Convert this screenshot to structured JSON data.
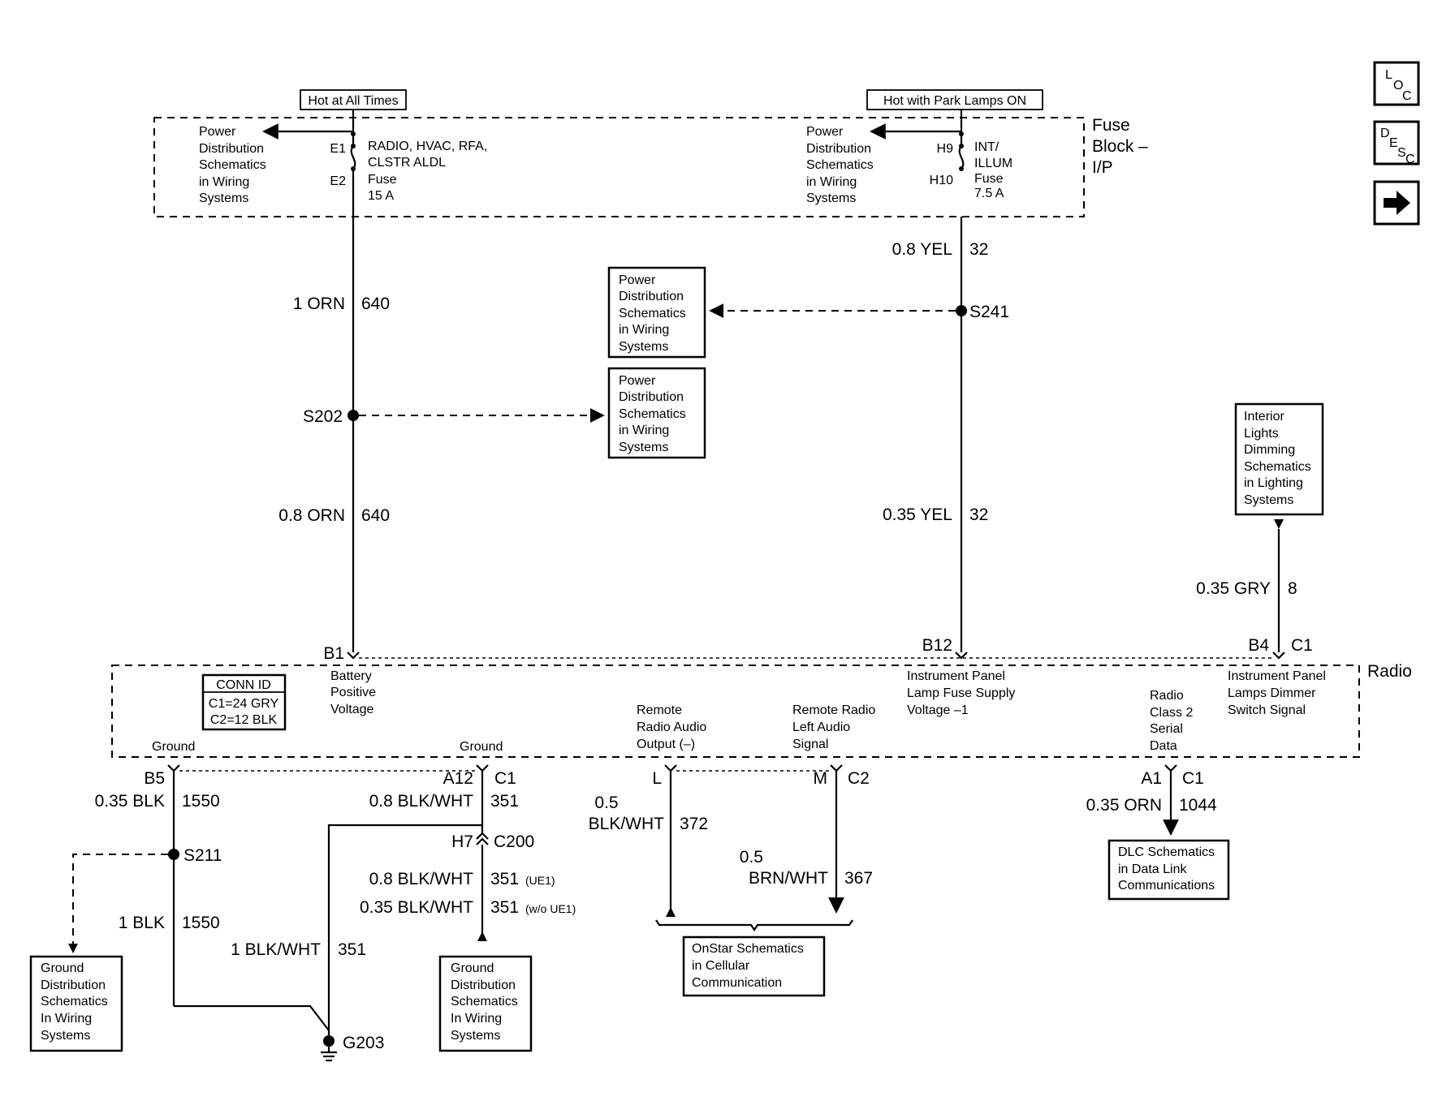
{
  "nav": {
    "loc": [
      "L",
      "O",
      "C"
    ],
    "desc": [
      "D",
      "E",
      "S",
      "C"
    ]
  },
  "tops": {
    "hot_all": "Hot at All Times",
    "hot_park": "Hot with Park Lamps ON"
  },
  "fuse_block": {
    "title": [
      "Fuse",
      "Block –",
      "I/P"
    ],
    "pd1": [
      "Power",
      "Distribution",
      "Schematics",
      "in Wiring",
      "Systems"
    ],
    "pd2": [
      "Power",
      "Distribution",
      "Schematics",
      "in Wiring",
      "Systems"
    ],
    "e1": "E1",
    "e2": "E2",
    "fuse1": [
      "RADIO, HVAC, RFA,",
      "CLSTR ALDL",
      "Fuse",
      "15 A"
    ],
    "h9": "H9",
    "h10": "H10",
    "fuse2": [
      "INT/",
      "ILLUM",
      "Fuse",
      "7.5 A"
    ]
  },
  "wires": {
    "orn1_c": "1 ORN",
    "orn1_n": "640",
    "orn08_c": "0.8 ORN",
    "orn08_n": "640",
    "yel08_c": "0.8 YEL",
    "yel08_n": "32",
    "yel035_c": "0.35 YEL",
    "yel035_n": "32",
    "gry_c": "0.35 GRY",
    "gry_n": "8",
    "blk035_c": "0.35 BLK",
    "blk035_n": "1550",
    "blk1_c": "1 BLK",
    "blk1_n": "1550",
    "bw08_c": "0.8 BLK/WHT",
    "bw08_n": "351",
    "bw08b_c": "0.8 BLK/WHT",
    "bw08b_n": "351",
    "bw08b_q": "(UE1)",
    "bw035_c": "0.35 BLK/WHT",
    "bw035_n": "351",
    "bw035_q": "(w/o UE1)",
    "bw1_c": "1 BLK/WHT",
    "bw1_n": "351",
    "bw05_c": [
      "0.5",
      "BLK/WHT"
    ],
    "bw05_n": "372",
    "brn_c": [
      "0.5",
      "BRN/WHT"
    ],
    "brn_n": "367",
    "orn035_c": "0.35 ORN",
    "orn035_n": "1044"
  },
  "splices": {
    "s202": "S202",
    "s241": "S241",
    "s211": "S211",
    "g203": "G203"
  },
  "ref_boxes": {
    "pd_a": [
      "Power",
      "Distribution",
      "Schematics",
      "in Wiring",
      "Systems"
    ],
    "pd_b": [
      "Power",
      "Distribution",
      "Schematics",
      "in Wiring",
      "Systems"
    ],
    "interior": [
      "Interior",
      "Lights",
      "Dimming",
      "Schematics",
      "in Lighting",
      "Systems"
    ],
    "gnd_left": [
      "Ground",
      "Distribution",
      "Schematics",
      "In Wiring",
      "Systems"
    ],
    "gnd_mid": [
      "Ground",
      "Distribution",
      "Schematics",
      "In Wiring",
      "Systems"
    ],
    "onstar": [
      "OnStar Schematics",
      "in Cellular",
      "Communication"
    ],
    "dlc": [
      "DLC Schematics",
      "in Data Link",
      "Communications"
    ]
  },
  "radio": {
    "title": "Radio",
    "conn_id": [
      "CONN ID",
      "C1=24 GRY",
      "C2=12 BLK"
    ],
    "b1": "B1",
    "b12": "B12",
    "b4": "B4",
    "c1_top": "C1",
    "batt": [
      "Battery",
      "Positive",
      "Voltage"
    ],
    "ip_lamp": [
      "Instrument Panel",
      "Lamp Fuse Supply",
      "Voltage –1"
    ],
    "ip_dim": [
      "Instrument Panel",
      "Lamps Dimmer",
      "Switch Signal"
    ],
    "rem_audio": [
      "Remote",
      "Radio Audio",
      "Output (–)"
    ],
    "rem_left": [
      "Remote Radio",
      "Left Audio",
      "Signal"
    ],
    "class2": [
      "Radio",
      "Class 2",
      "Serial",
      "Data"
    ],
    "ground1": "Ground",
    "ground2": "Ground",
    "b5": "B5",
    "a12": "A12",
    "c1_a12": "C1",
    "l": "L",
    "m": "M",
    "c2": "C2",
    "a1": "A1",
    "c1_a1": "C1",
    "h7": "H7",
    "c200": "C200"
  }
}
